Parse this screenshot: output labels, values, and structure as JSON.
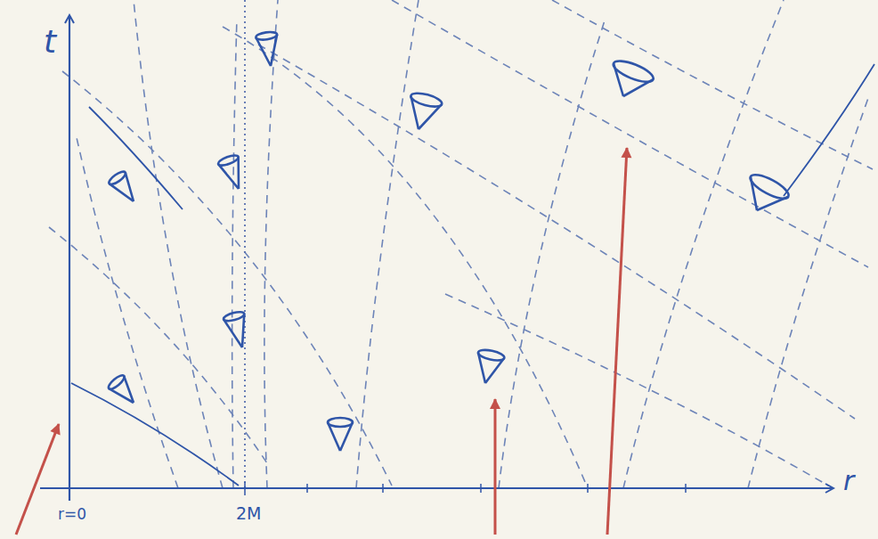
{
  "diagram": {
    "labels": [
      "t",
      "r",
      "r=0",
      "2M"
    ]
  }
}
